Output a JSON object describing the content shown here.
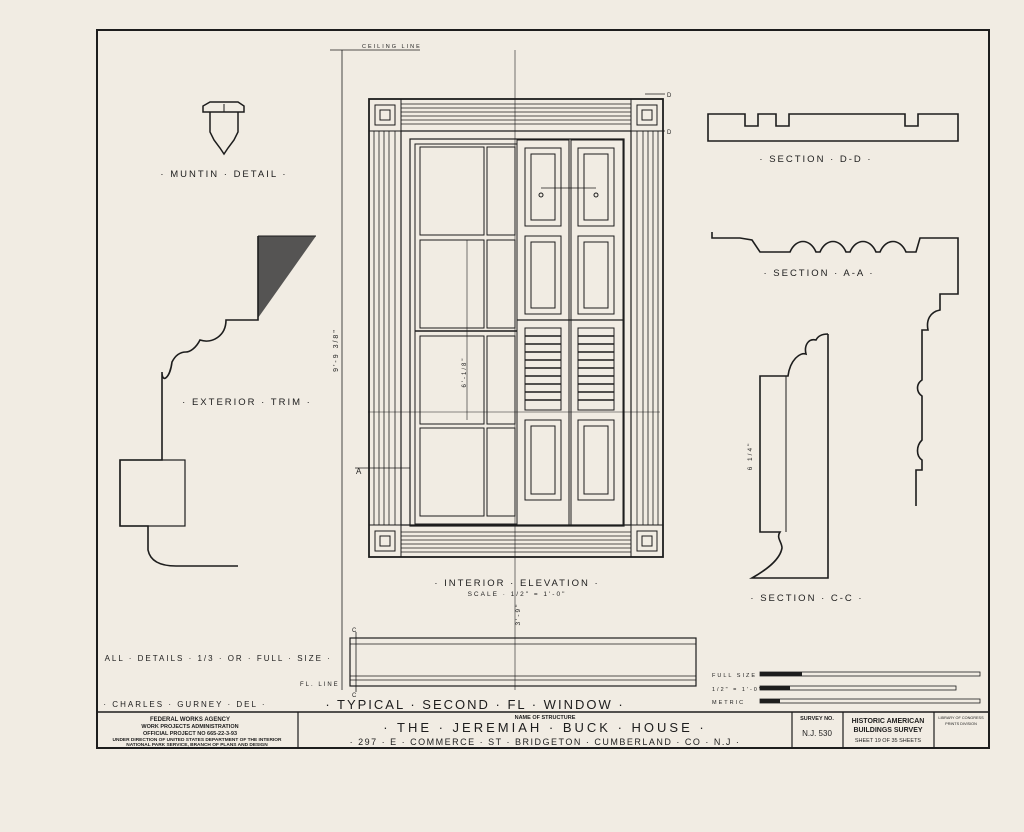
{
  "labels": {
    "muntin_detail": "· MUNTIN · DETAIL ·",
    "exterior_trim": "· EXTERIOR · TRIM ·",
    "ceiling_line": "CEILING LINE",
    "section_dd": "· SECTION · D-D ·",
    "section_aa": "· SECTION · A-A ·",
    "section_cc": "· SECTION · C-C ·",
    "interior_elevation": "· INTERIOR · ELEVATION ·",
    "elevation_scale": "SCALE · 1/2\" = 1'-0\"",
    "all_details": "· ALL · DETAILS · 1/3 · OR · FULL · SIZE ·",
    "delineator": "· CHARLES · GURNEY · DEL ·",
    "sheet_title": "· TYPICAL · SECOND · FL · WINDOW ·",
    "floor_line": "FL. LINE",
    "dim_height": "9'-9 3/8\"",
    "dim_width": "3'-9\"",
    "dim_sash": "6'-1/8\"",
    "dim_c": "6 1/4\"",
    "marker_a": "A",
    "marker_c": "C",
    "marker_d": "D"
  },
  "scale_bars": {
    "full_size": "FULL SIZE",
    "half_inch": "1/2\" = 1'-0\"",
    "metric": "METRIC"
  },
  "title_block": {
    "agency": "FEDERAL WORKS AGENCY",
    "administration": "WORK PROJECTS ADMINISTRATION",
    "project": "OFFICIAL PROJECT NO 665-22-3-93",
    "direction_1": "UNDER DIRECTION OF UNITED STATES DEPARTMENT OF THE INTERIOR",
    "direction_2": "NATIONAL PARK SERVICE, BRANCH OF PLANS AND DESIGN",
    "name_header": "NAME OF STRUCTURE",
    "structure_name": "· THE · JEREMIAH · BUCK · HOUSE ·",
    "address": "· 297 · E · COMMERCE · ST · BRIDGETON · CUMBERLAND · CO · N.J ·",
    "survey_header": "SURVEY NO.",
    "survey_no": "N.J. 530",
    "habs_1": "HISTORIC AMERICAN",
    "habs_2": "BUILDINGS SURVEY",
    "sheet": "SHEET 19 OF 35 SHEETS",
    "corner_1": "LIBRARY OF CONGRESS",
    "corner_2": "PRINTS DIVISION"
  }
}
